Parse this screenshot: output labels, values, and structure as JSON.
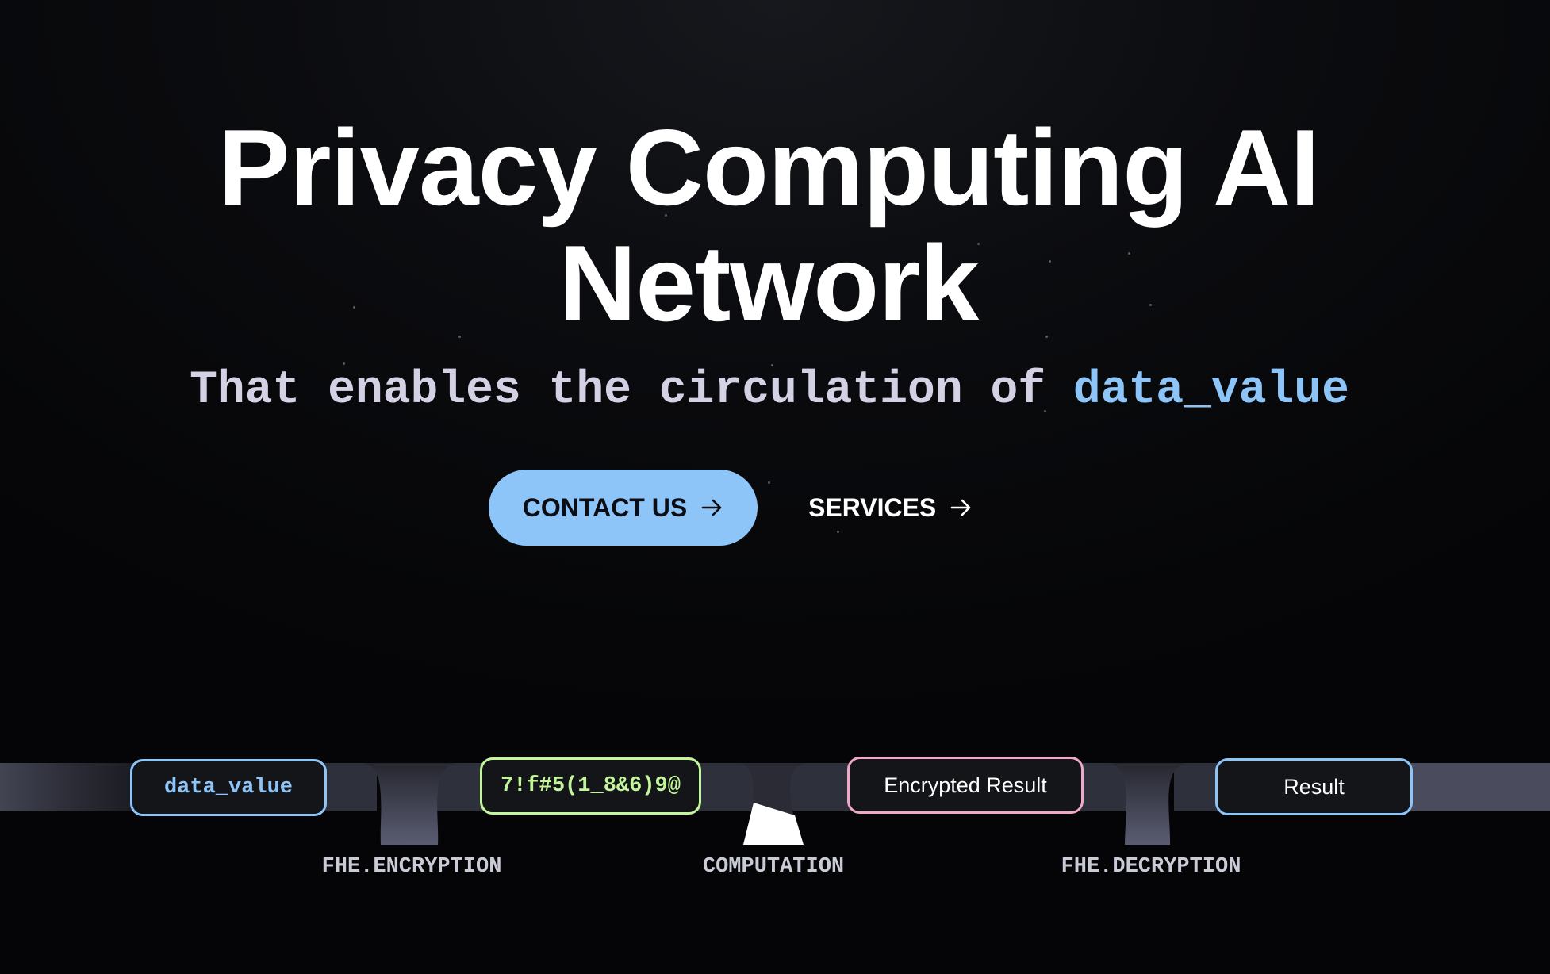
{
  "hero": {
    "title_line1": "Privacy Computing AI",
    "title_line2": "Network",
    "subtitle_prefix": "That enables the circulation of ",
    "subtitle_highlight": "data_value"
  },
  "actions": {
    "contact_label": "CONTACT US",
    "services_label": "SERVICES",
    "arrow_icon": "arrow-right-icon"
  },
  "flow": {
    "input_value": "data_value",
    "ciphertext_value": "7!f#5(1_8&6)9@",
    "encrypted_result_label": "Encrypted Result",
    "result_label": "Result",
    "steps": [
      "FHE.ENCRYPTION",
      "COMPUTATION",
      "FHE.DECRYPTION"
    ]
  },
  "colors": {
    "accent_blue": "#8ec5f9",
    "cipher_green": "#c3f59a",
    "encrypted_pink": "#f0a7c8",
    "background": "#050507",
    "subtitle_text": "#d4d1e4"
  }
}
